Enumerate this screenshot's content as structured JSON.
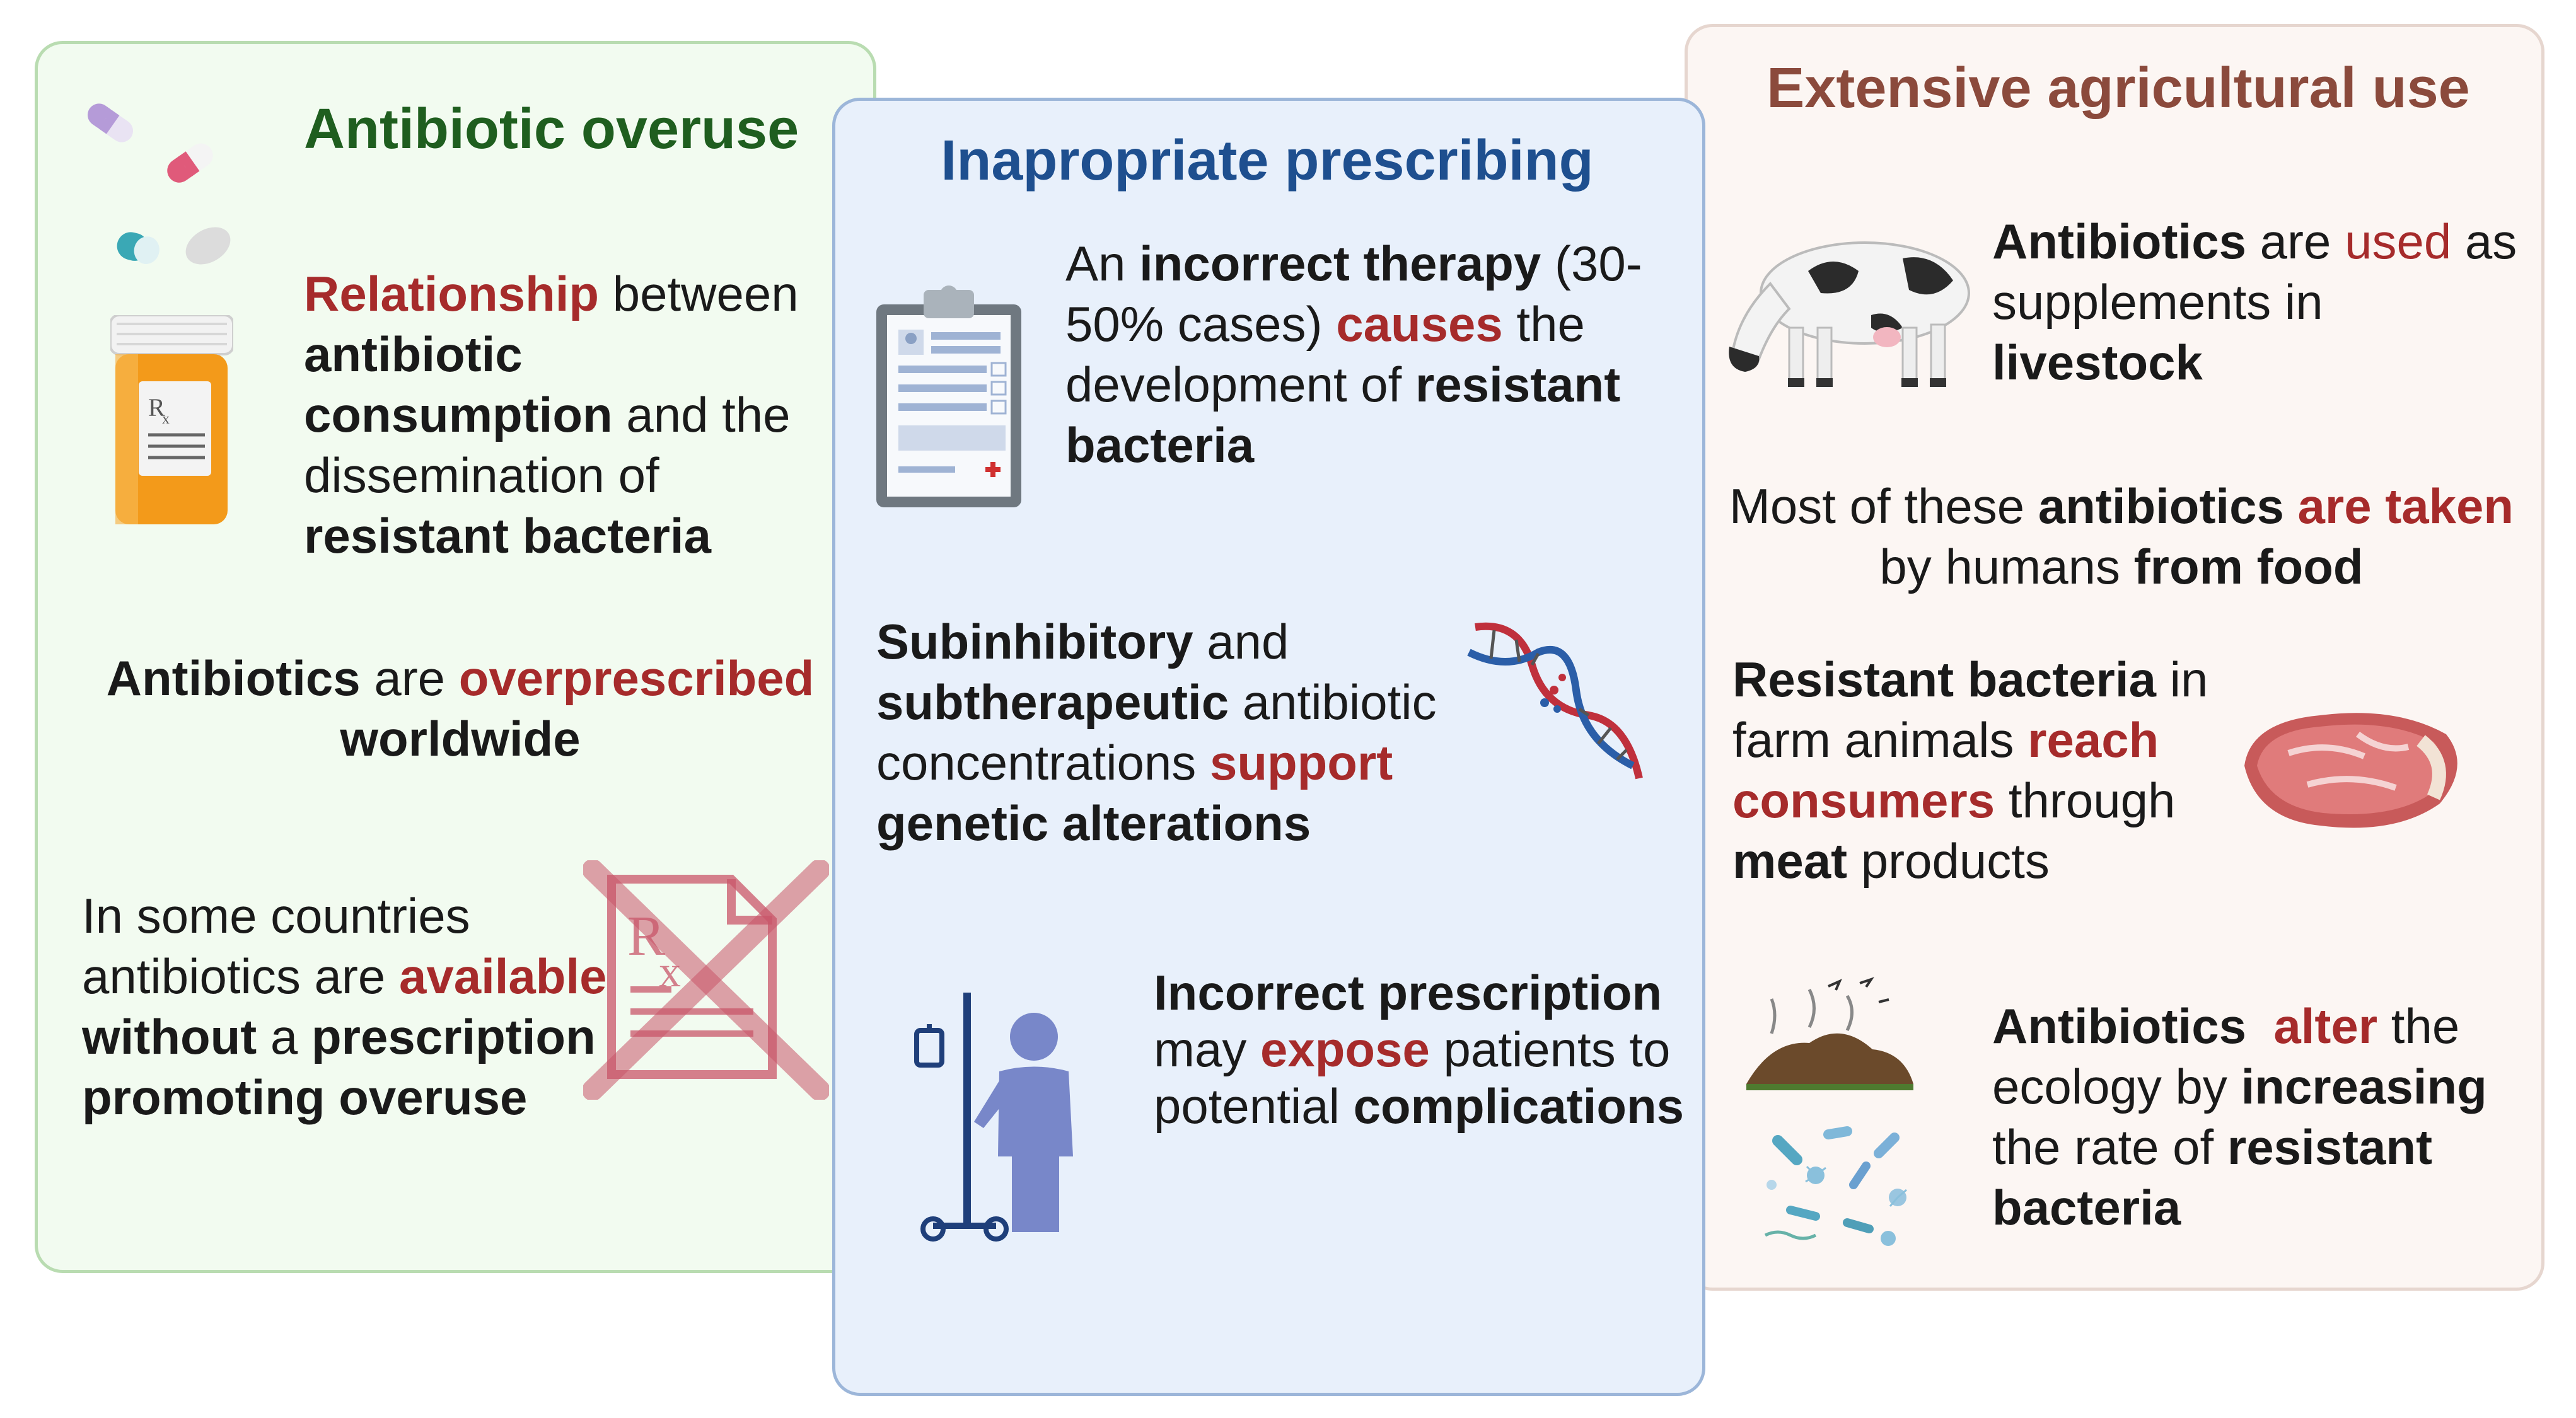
{
  "overuse": {
    "title": "Antibiotic overuse",
    "relationship": {
      "a": "Relationship",
      "b": " between ",
      "c": "antibiotic consumption",
      "d": " and the dissemination of ",
      "e": "resistant bacteria"
    },
    "overprescribed": {
      "a": "Antibiotics",
      "b": " are ",
      "c": "overprescribed",
      "d": "worldwide"
    },
    "countries": {
      "a": "In some countries antibiotics are ",
      "b": "available",
      "c": "without",
      "d": " a ",
      "e": "prescription",
      "f": "promoting overuse"
    },
    "rx_label": "R x",
    "icons": [
      "pills-icon",
      "pill-bottle-icon",
      "crossed-prescription-icon"
    ]
  },
  "prescribing": {
    "title": "Inapropriate prescribing",
    "therapy": {
      "a": "An ",
      "b": "incorrect therapy",
      "c": " (30-50% cases) ",
      "d": "causes",
      "e": " the development of ",
      "f": "resistant bacteria"
    },
    "subinhibitory": {
      "a": "Subinhibitory",
      "b": " and ",
      "c": "subtherapeutic",
      "d": " antibiotic concentrations ",
      "e": "support",
      "f": "genetic alterations"
    },
    "incorrect": {
      "a": "Incorrect prescription",
      "b": " may ",
      "c": "expose",
      "d": " patients to potential ",
      "e": "complications"
    },
    "icons": [
      "clipboard-icon",
      "dna-icon",
      "patient-iv-icon"
    ]
  },
  "agriculture": {
    "title": "Extensive agricultural use",
    "livestock": {
      "a": "Antibiotics",
      "b": " are ",
      "c": "used",
      "d": " as supplements in ",
      "e": "livestock"
    },
    "food": {
      "a": "Most of these ",
      "b": "antibiotics",
      "c": " ",
      "d": "are taken",
      "e": "by humans ",
      "f": "from food"
    },
    "meat": {
      "a": "Resistant bacteria",
      "b": " in farm animals ",
      "c": "reach consumers",
      "d": " through ",
      "e": "meat",
      "f": " products"
    },
    "ecology": {
      "a": "Antibiotics",
      "b": "  ",
      "c": "alter",
      "d": " the ecology by ",
      "e": "increasing",
      "f": " the rate of ",
      "g": "resistant bacteria"
    },
    "icons": [
      "cow-icon",
      "steak-icon",
      "soil-icon",
      "bacteria-icon"
    ]
  },
  "colors": {
    "overuse_title": "#1f5e1f",
    "prescribing_title": "#1e4f8f",
    "agriculture_title": "#8b4a3c",
    "highlight": "#a62b2b"
  }
}
